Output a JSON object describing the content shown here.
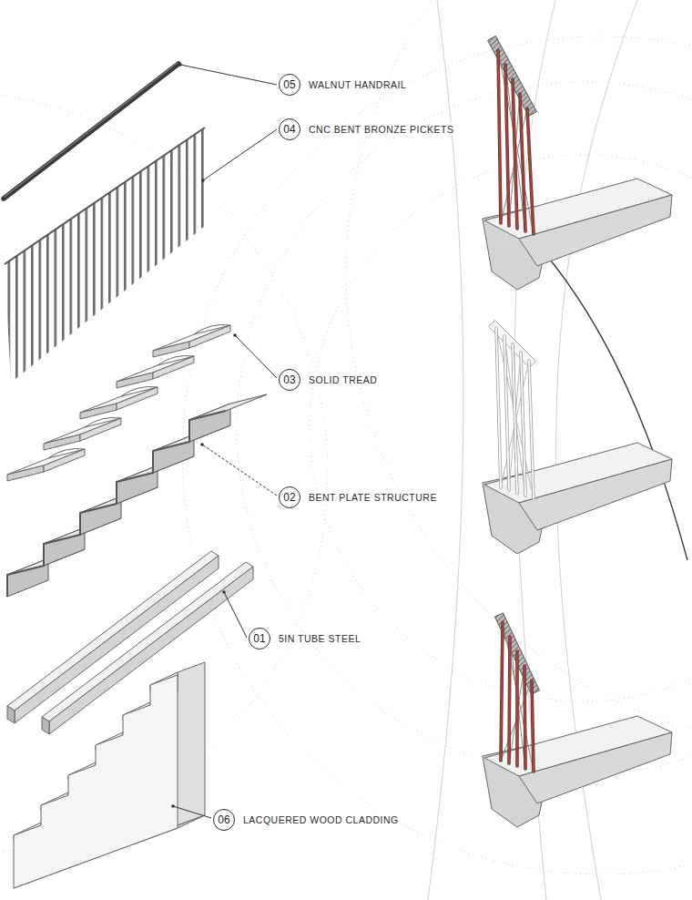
{
  "diagram": {
    "nodes": [
      {
        "text": [
          "05",
          "WALNUT HANDRAIL"
        ]
      },
      {
        "text": [
          "04",
          "CNC BENT BRONZE PICKETS"
        ]
      },
      {
        "text": [
          "03",
          "SOLID TREAD"
        ]
      },
      {
        "text": [
          "02",
          "BENT PLATE STRUCTURE"
        ]
      },
      {
        "text": [
          "01",
          "5IN TUBE STEEL"
        ]
      },
      {
        "text": [
          "06",
          "LACQUERED WOOD CLADDING"
        ]
      }
    ]
  }
}
